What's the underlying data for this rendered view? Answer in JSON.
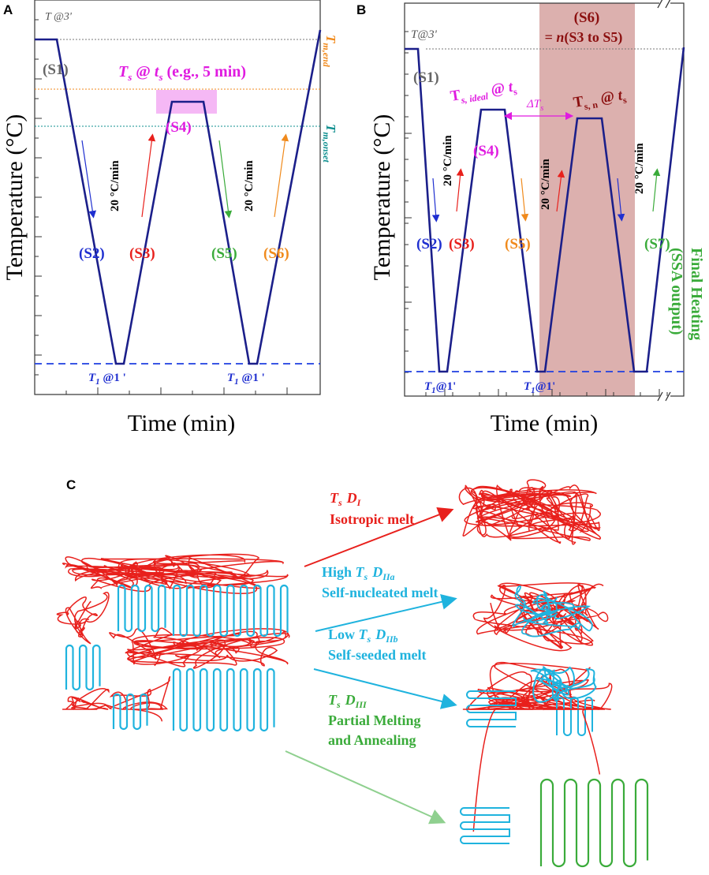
{
  "panel_a": {
    "letter": "A",
    "ylabel": "Temperature (°C)",
    "xlabel": "Time (min)",
    "t_hold": "T @3'",
    "ts_main": "T",
    "ts_sub": "s",
    "ts_at": " @ ",
    "ts_t": "t",
    "ts_tsub": "s",
    "ts_example": " (e.g., 5 min)",
    "tm_end_main": "T",
    "tm_end_sub": "m,end",
    "tm_onset_main": "T",
    "tm_onset_sub": "m,onset",
    "t1_main": "T",
    "t1_sub": "1",
    "t1_rest": " @1 '",
    "steps": [
      "(S1)",
      "(S2)",
      "(S3)",
      "(S4)",
      "(S5)",
      "(S6)"
    ],
    "rate1": "20 °C/min",
    "rate2": "20 °C/min"
  },
  "panel_b": {
    "letter": "B",
    "ylabel": "Temperature (°C)",
    "xlabel": "Time (min)",
    "t_hold": "T@3'",
    "s6_title": "(S6)",
    "s6_formula_pre": "= ",
    "s6_formula_n": "n",
    "s6_formula_post": "(S3 to S5)",
    "ts_ideal_main": "T",
    "ts_ideal_sub": "s, ideal",
    "ts_ideal_at": " @ ",
    "ts_ideal_t": "t",
    "ts_ideal_tsub": "s",
    "delta_main": "ΔT",
    "delta_sub": "s",
    "tsn_main": "T",
    "tsn_sub": "s, n",
    "tsn_at": " @ ",
    "tsn_t": "t",
    "tsn_tsub": "s",
    "t1_main": "T",
    "t1_sub": "1",
    "t1_rest": "@1'",
    "steps": [
      "(S1)",
      "(S2)",
      "(S3)",
      "(S4)",
      "(S5)",
      "(S7)"
    ],
    "rate1": "20 °C/min",
    "rate2": "20 °C/min",
    "rate3": "20 °C/min",
    "final_heating": "Final Heating",
    "ssa_output": "(SSA output)"
  },
  "panel_c": {
    "letter": "C",
    "domains": [
      {
        "ts": "T",
        "ts_sub": "s",
        "domain": "D",
        "domain_sub": "I",
        "prefix": "",
        "desc": "Isotropic melt",
        "color": "#e8201c"
      },
      {
        "ts": "T",
        "ts_sub": "s",
        "domain": "D",
        "domain_sub": "IIa",
        "prefix": "High ",
        "desc": "Self-nucleated melt",
        "color": "#1fb3de"
      },
      {
        "ts": "T",
        "ts_sub": "s",
        "domain": "D",
        "domain_sub": "IIb",
        "prefix": "Low ",
        "desc": "Self-seeded melt",
        "color": "#1fb3de"
      },
      {
        "ts": "T",
        "ts_sub": "s",
        "domain": "D",
        "domain_sub": "III",
        "prefix": "",
        "desc": "Partial Melting",
        "desc2": "and Annealing",
        "color": "#3aab3a"
      }
    ]
  },
  "colors": {
    "curve": "#1b1f8a",
    "dashed_base": "#1f3fe0",
    "magenta": "#e01be0",
    "red": "#e8201c",
    "cyan": "#1fb3de",
    "green": "#3aab3a",
    "orange": "#f08a1c",
    "teal": "#0f8f8f",
    "darkred": "#8b0f0f",
    "blue_label": "#1f2fd0",
    "s6_band": "#dcb0ae",
    "gray": "#777777"
  }
}
